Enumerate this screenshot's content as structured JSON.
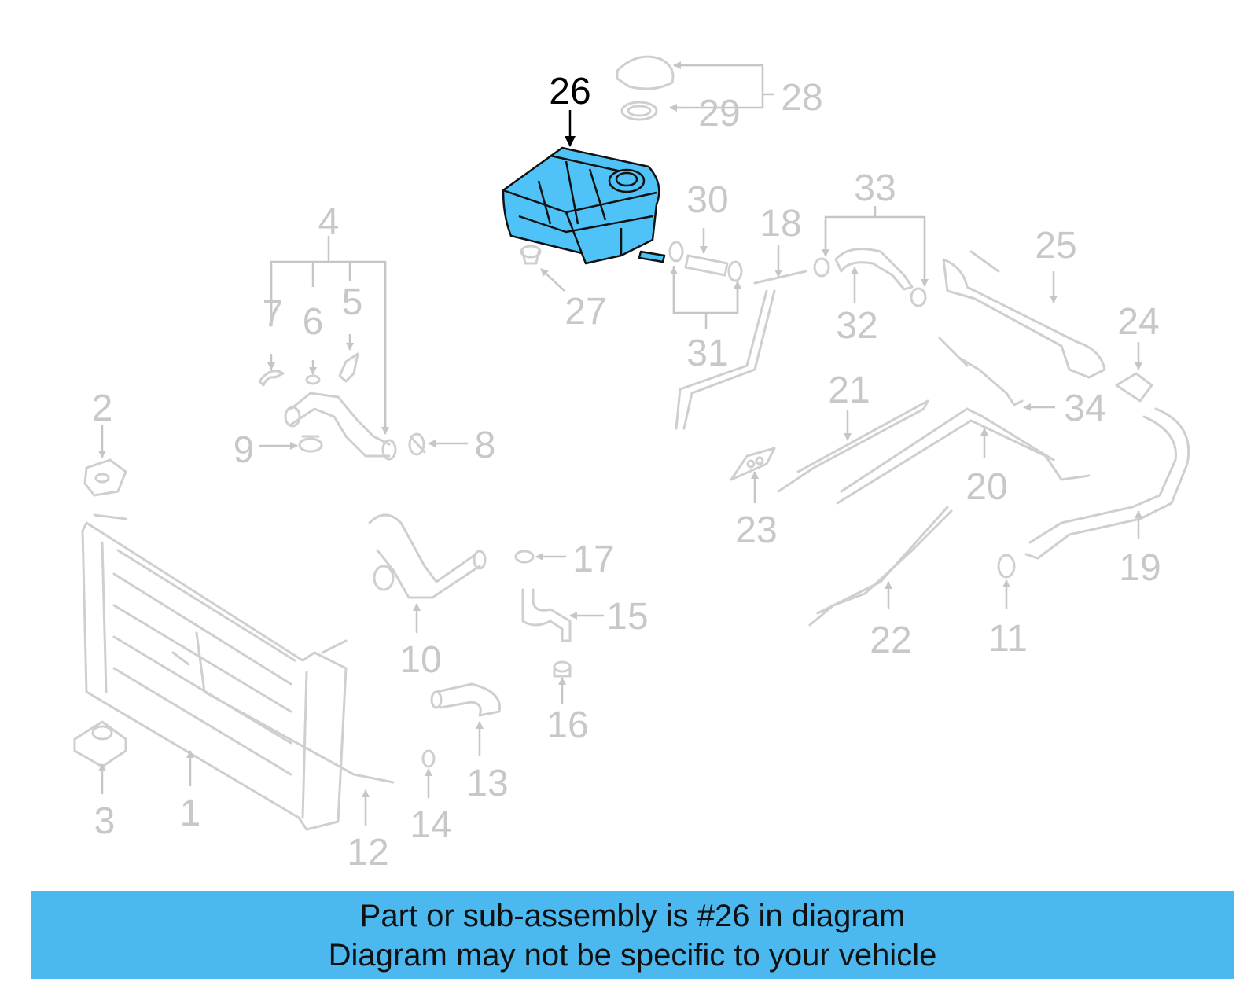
{
  "diagram": {
    "highlighted_part": "26",
    "highlight_color": "#4fc3f7",
    "callouts": [
      "1",
      "2",
      "3",
      "4",
      "5",
      "6",
      "7",
      "8",
      "9",
      "10",
      "11",
      "12",
      "13",
      "14",
      "15",
      "16",
      "17",
      "18",
      "19",
      "20",
      "21",
      "22",
      "23",
      "24",
      "25",
      "26",
      "27",
      "28",
      "29",
      "30",
      "31",
      "32",
      "33",
      "34"
    ]
  },
  "caption": {
    "line1": "Part or sub-assembly is #26 in diagram",
    "line2": "Diagram may not be specific to your vehicle",
    "background": "#4bb9f0"
  }
}
